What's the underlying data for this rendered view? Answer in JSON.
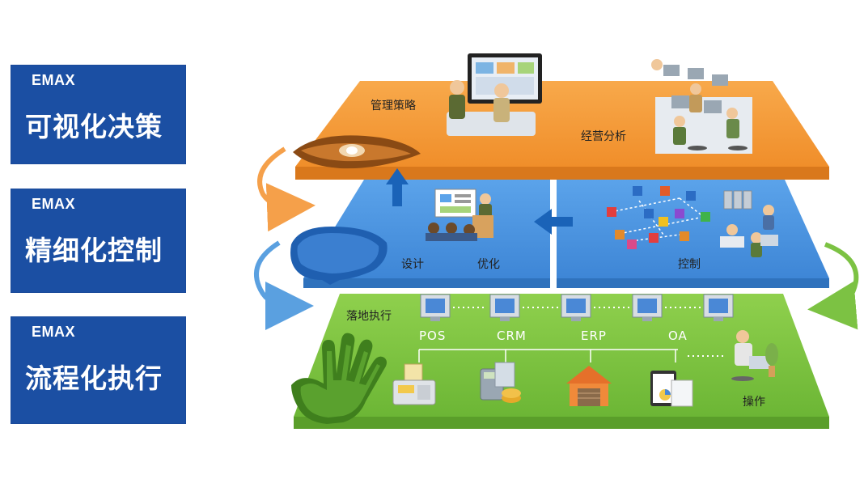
{
  "left_panels": [
    {
      "brand": "EMAX",
      "title": "可视化决策"
    },
    {
      "brand": "EMAX",
      "title": "精细化控制"
    },
    {
      "brand": "EMAX",
      "title": "流程化执行"
    }
  ],
  "layers": {
    "top": {
      "labels": [
        "管理策略",
        "经营分析"
      ],
      "color": "#f39a3a",
      "icon": "eye-icon"
    },
    "middle": {
      "labels": [
        "设计",
        "优化",
        "控制"
      ],
      "color": "#4a90d9",
      "icon": "brain-icon"
    },
    "bottom": {
      "title": "落地执行",
      "systems": [
        "POS",
        "CRM",
        "ERP",
        "OA"
      ],
      "operate": "操作",
      "color": "#7cc243",
      "icon": "hand-icon"
    }
  },
  "colors": {
    "panel_blue": "#1b4fa3",
    "orange": "#f39a3a",
    "blue": "#4a90d9",
    "green": "#7cc243"
  }
}
